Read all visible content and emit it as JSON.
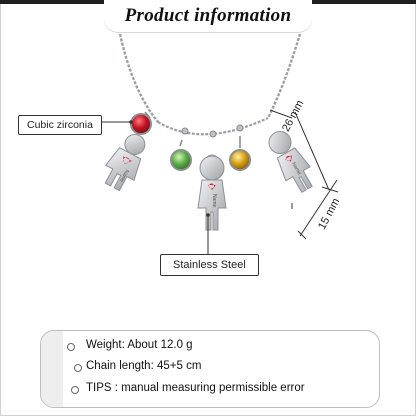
{
  "header": {
    "title": "Product information"
  },
  "labels": {
    "cubic_zirconia": "Cubic zirconia",
    "stainless_steel": "Stainless Steel",
    "dim_height": "26 mm",
    "dim_width": "15 mm",
    "engraving": "Name"
  },
  "specs": {
    "weight": "Weight: About 12.0 g",
    "chain_length": "Chain length: 45+5 cm",
    "tips": "TIPS : manual measuring permissible error"
  },
  "colors": {
    "ruby": "#c41424",
    "peridot": "#5fb04a",
    "citrine": "#d8a112",
    "steel": "#c9cbce",
    "heart": "#e0203a"
  }
}
